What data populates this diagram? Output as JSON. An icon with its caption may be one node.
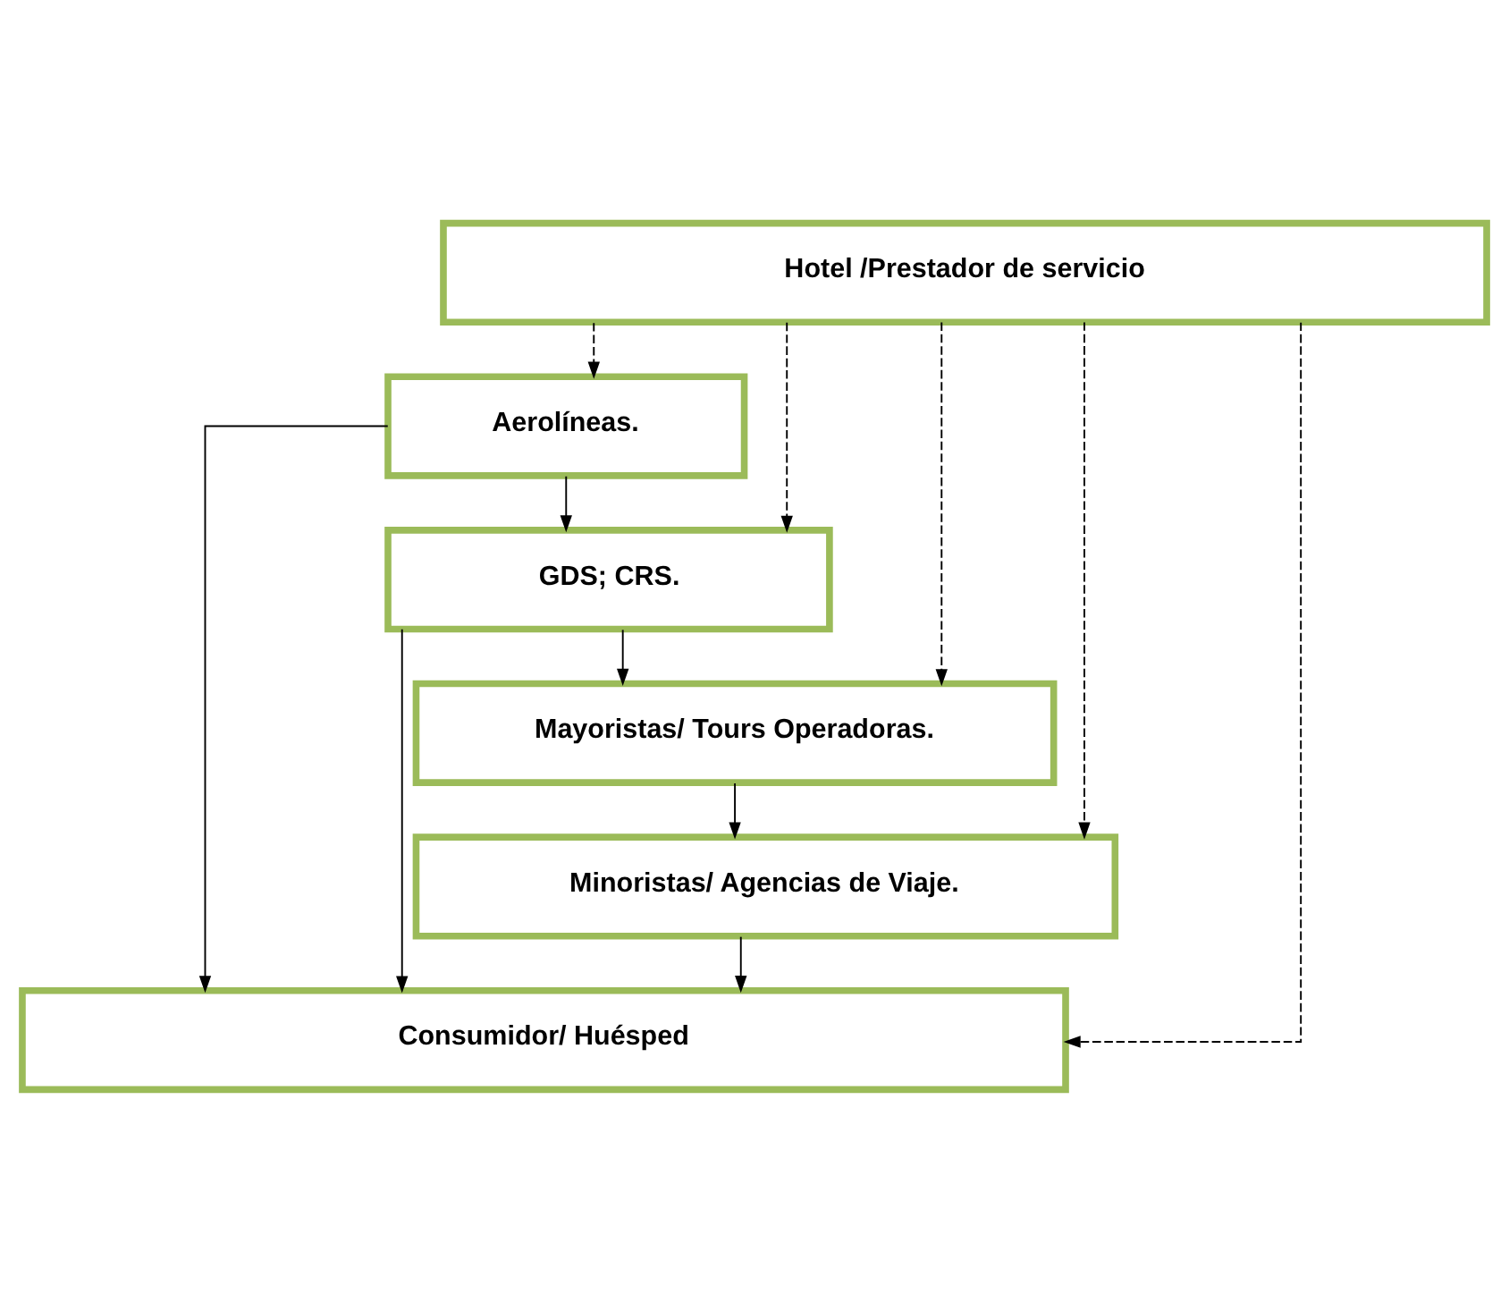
{
  "diagram": {
    "nodes": [
      {
        "text": [
          "Hotel /Prestador de servicio"
        ]
      },
      {
        "text": [
          "Aerolíneas."
        ]
      },
      {
        "text": [
          "GDS; CRS."
        ]
      },
      {
        "text": [
          "Mayoristas/ Tours Operadoras."
        ]
      },
      {
        "text": [
          "Minoristas/ Agencias de Viaje."
        ]
      },
      {
        "text": [
          "Consumidor/ Huésped"
        ]
      }
    ],
    "edges": [
      {
        "from": 0,
        "to": 5,
        "arrow": "to",
        "style": "dashed"
      },
      {
        "from": 0,
        "to": 4,
        "arrow": "to",
        "style": "dashed"
      },
      {
        "from": 0,
        "to": 3,
        "arrow": "to",
        "style": "dashed"
      },
      {
        "from": 0,
        "to": 2,
        "arrow": "to",
        "style": "dashed"
      },
      {
        "from": 0,
        "to": 1,
        "arrow": "to",
        "style": "dashed"
      },
      {
        "from": 1,
        "to": 2,
        "arrow": "to"
      },
      {
        "from": 2,
        "to": 3,
        "arrow": "to"
      },
      {
        "from": 3,
        "to": 4,
        "arrow": "to"
      },
      {
        "from": 4,
        "to": 5,
        "arrow": "to"
      },
      {
        "from": 2,
        "to": 5,
        "arrow": "to"
      },
      {
        "from": 1,
        "to": 5,
        "arrow": "to"
      }
    ]
  }
}
